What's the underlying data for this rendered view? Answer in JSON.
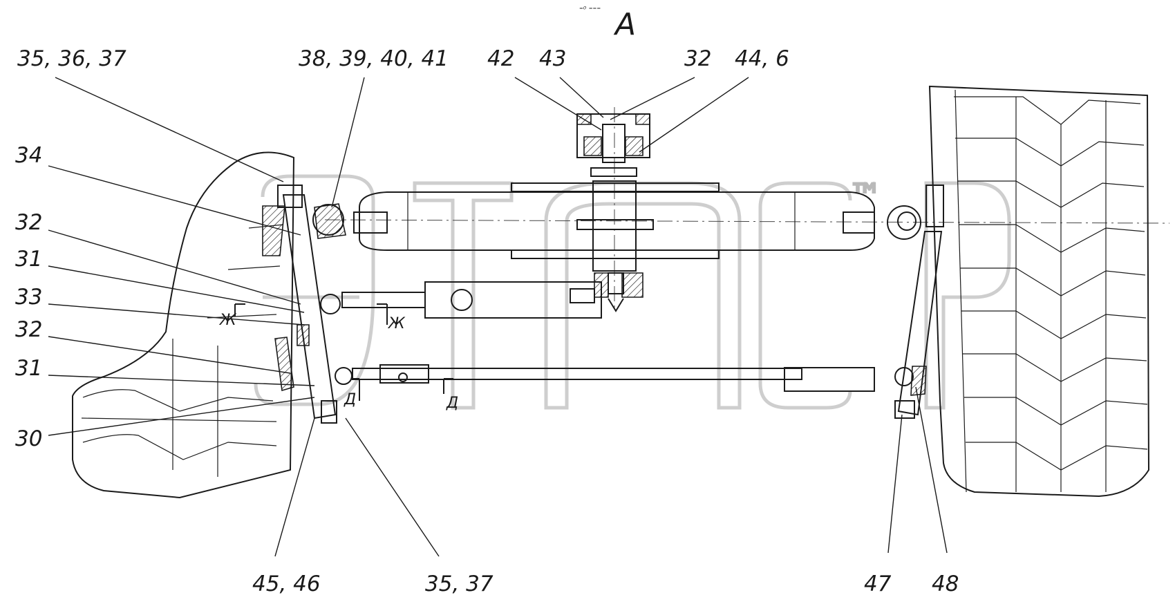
{
  "view_label": "А",
  "header_mark": "⁼⁰ ⁼⁼⁼",
  "watermark": "ЭТСП™",
  "section_marks": {
    "zh": "Ж",
    "d": "Д"
  },
  "callouts": {
    "c_35_36_37": "35, 36, 37",
    "c_38_39_40_41": "38, 39, 40, 41",
    "c_42": "42",
    "c_43": "43",
    "c_32_top": "32",
    "c_44_6": "44, 6",
    "c_34": "34",
    "c_32_a": "32",
    "c_31_a": "31",
    "c_33": "33",
    "c_32_b": "32",
    "c_31_b": "31",
    "c_30": "30",
    "c_45_46": "45, 46",
    "c_35_37": "35, 37",
    "c_47": "47",
    "c_48": "48"
  }
}
